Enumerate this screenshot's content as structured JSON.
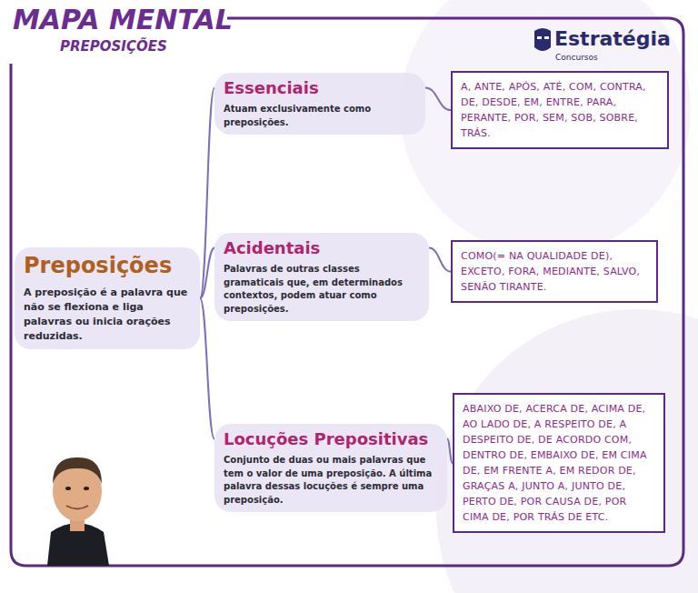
{
  "diagram": {
    "title": "MAPA MENTAL",
    "nodes": [
      {
        "text": [
          "Preposições",
          "A preposição é a palavra que não se flexiona e liga palavras ou inicia orações reduzidas."
        ]
      },
      {
        "text": [
          "Essenciais",
          "Atuam exclusivamente como preposições."
        ]
      },
      {
        "text": [
          "A, ANTE, APÓS, ATÉ, COM, CONTRA, DE, DESDE, EM, ENTRE, PARA, PERANTE, POR, SEM, SOB, SOBRE, TRÁS."
        ]
      },
      {
        "text": [
          "Acidentais",
          "Palavras de outras classes gramaticais que, em determinados contextos, podem atuar como preposições."
        ]
      },
      {
        "text": [
          "COMO(= NA QUALIDADE DE), EXCETO, FORA, MEDIANTE, SALVO, SENÃO TIRANTE."
        ]
      },
      {
        "text": [
          "Locuções Prepositivas",
          "Conjunto de duas ou mais palavras que tem o valor de uma preposição. A última palavra dessas locuções é sempre uma preposição."
        ]
      },
      {
        "text": [
          "ABAIXO DE, ACERCA DE, ACIMA DE, AO LADO DE, A RESPEITO DE, A DESPEITO DE, DE ACORDO COM, DENTRO DE, EMBAIXO DE, EM CIMA DE, EM FRENTE A, EM REDOR DE, GRAÇAS A, JUNTO A, JUNTO DE, PERTO DE, POR CAUSA DE, POR CIMA DE, POR TRÁS DE ETC."
        ]
      }
    ],
    "edges": [
      {
        "from": 0,
        "to": 1,
        "arrow": "none"
      },
      {
        "from": 0,
        "to": 3,
        "arrow": "none"
      },
      {
        "from": 0,
        "to": 5,
        "arrow": "none"
      },
      {
        "from": 1,
        "to": 2,
        "arrow": "none"
      },
      {
        "from": 3,
        "to": 4,
        "arrow": "none"
      },
      {
        "from": 5,
        "to": 6,
        "arrow": "none"
      }
    ],
    "labels": [
      "PREPOSIÇÕES",
      "Estratégia",
      "Concursos"
    ]
  }
}
